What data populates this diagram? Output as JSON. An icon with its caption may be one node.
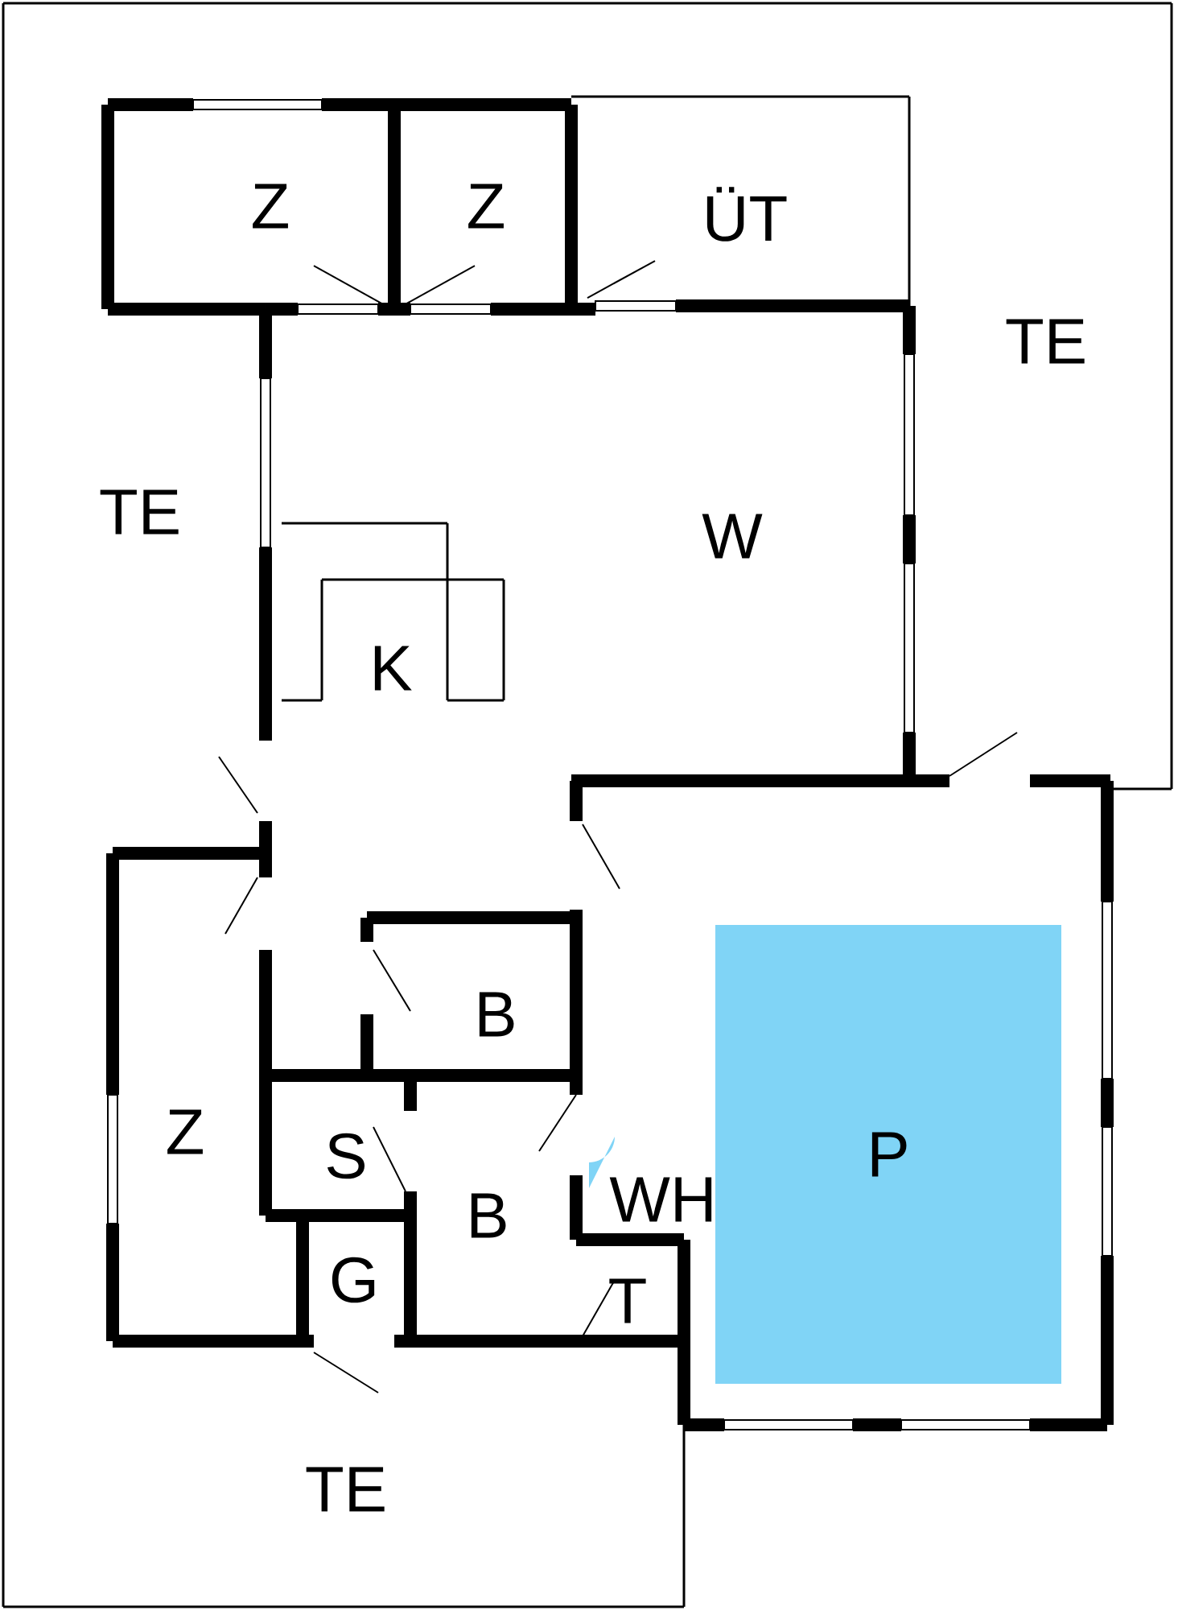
{
  "diagram": {
    "nodes": [
      {
        "text": [
          "P"
        ]
      }
    ],
    "labels": [
      "Z",
      "Z",
      "ÜT",
      "TE",
      "TE",
      "W",
      "K",
      "B",
      "Z",
      "S",
      "B",
      "WH",
      "T",
      "G",
      "TE"
    ]
  }
}
